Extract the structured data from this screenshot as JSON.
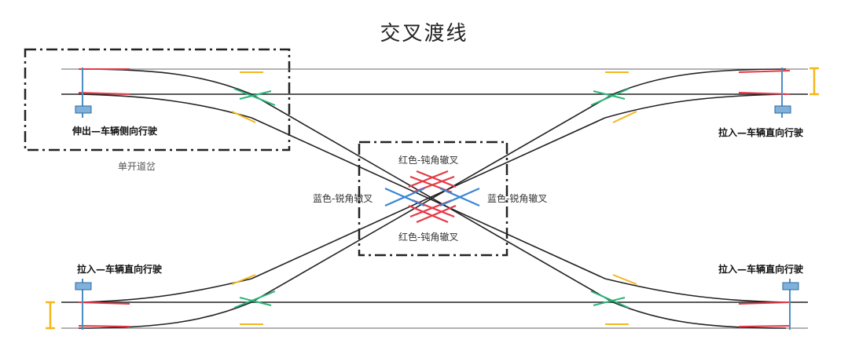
{
  "title": "交叉渡线",
  "labels": {
    "single_turnout": "单开道岔",
    "top_left_motion": "伸出—车辆侧向行驶",
    "top_right_motion": "拉入—车辆直向行驶",
    "bottom_left_motion": "拉入—车辆直向行驶",
    "bottom_right_motion": "拉入—车辆直向行驶",
    "red_obtuse_top": "红色-钝角辙叉",
    "red_obtuse_bottom": "红色-钝角辙叉",
    "blue_acute_left": "蓝色-锐角辙叉",
    "blue_acute_right": "蓝色-锐角辙叉"
  },
  "colors": {
    "track": "#222222",
    "point_red": "#e53945",
    "acute_blue": "#3a86d4",
    "frog_green": "#2bb57a",
    "guard_yellow": "#f2b71d",
    "machine": "#4a8ec4"
  }
}
